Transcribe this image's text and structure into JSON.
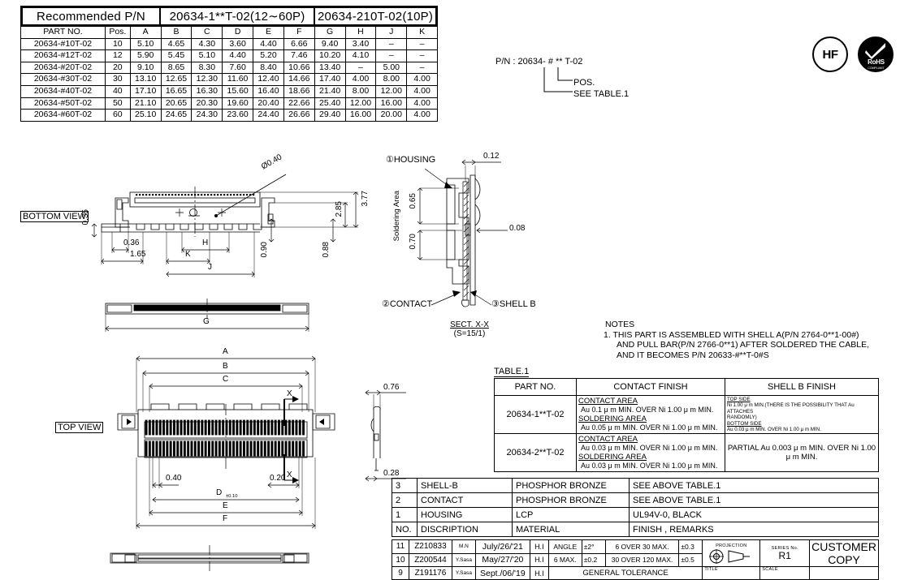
{
  "part_table": {
    "header": {
      "recommended_label": "Recommended P/N",
      "pn_range": "20634-1**T-02(12∼60P)",
      "pn_10p": "20634-210T-02(10P)"
    },
    "columns": [
      "PART NO.",
      "Pos.",
      "A",
      "B",
      "C",
      "D",
      "E",
      "F",
      "G",
      "H",
      "J",
      "K"
    ],
    "rows": [
      [
        "20634-#10T-02",
        "10",
        "5.10",
        "4.65",
        "4.30",
        "3.60",
        "4.40",
        "6.66",
        "9.40",
        "3.40",
        "–",
        "–"
      ],
      [
        "20634-#12T-02",
        "12",
        "5.90",
        "5.45",
        "5.10",
        "4.40",
        "5.20",
        "7.46",
        "10.20",
        "4.10",
        "–",
        "–"
      ],
      [
        "20634-#20T-02",
        "20",
        "9.10",
        "8.65",
        "8.30",
        "7.60",
        "8.40",
        "10.66",
        "13.40",
        "–",
        "5.00",
        "–"
      ],
      [
        "20634-#30T-02",
        "30",
        "13.10",
        "12.65",
        "12.30",
        "11.60",
        "12.40",
        "14.66",
        "17.40",
        "4.00",
        "8.00",
        "4.00"
      ],
      [
        "20634-#40T-02",
        "40",
        "17.10",
        "16.65",
        "16.30",
        "15.60",
        "16.40",
        "18.66",
        "21.40",
        "8.00",
        "12.00",
        "4.00"
      ],
      [
        "20634-#50T-02",
        "50",
        "21.10",
        "20.65",
        "20.30",
        "19.60",
        "20.40",
        "22.66",
        "25.40",
        "12.00",
        "16.00",
        "4.00"
      ],
      [
        "20634-#60T-02",
        "60",
        "25.10",
        "24.65",
        "24.30",
        "23.60",
        "24.40",
        "26.66",
        "29.40",
        "16.00",
        "20.00",
        "4.00"
      ]
    ]
  },
  "pn_callout": {
    "line": "P/N : 20634- # ** T-02",
    "pos_label": "POS.",
    "see_table_label": "SEE TABLE.1"
  },
  "marks": {
    "hf": "HF",
    "rohs": "RoHS",
    "rohs_sub": "COMPLIANT"
  },
  "views": {
    "bottom_view_label": "BOTTOM VIEW",
    "top_view_label": "TOP VIEW",
    "section_label": "SECT. X-X",
    "section_scale": "(S=15/1)"
  },
  "bottom_view_dims": {
    "d035": "0.35",
    "d036": "0.36",
    "d165": "1.65",
    "dH": "H",
    "dK": "K",
    "dJ": "J",
    "d090": "0.90",
    "d088": "0.88",
    "d285": "2.85",
    "d377": "3.77",
    "dia040": "Ø0.40"
  },
  "strip_view_dims": {
    "dG": "G"
  },
  "top_view_dims": {
    "dA": "A",
    "dB": "B",
    "dC": "C",
    "dD": "D",
    "dD_tol": "±0.10",
    "dE": "E",
    "dF": "F",
    "d040": "0.40",
    "d020": "0.20",
    "x_upper": "X",
    "x_lower": "X",
    "d076": "0.76",
    "d028": "0.28"
  },
  "section_view": {
    "housing_callout": "①HOUSING",
    "contact_callout": "②CONTACT",
    "shellb_callout": "③SHELL B",
    "soldering_area": "Soldering Area",
    "d012": "0.12",
    "d008": "0.08",
    "d065": "0.65",
    "d070": "0.70"
  },
  "notes": {
    "title": "NOTES",
    "line1": "1. THIS PART IS ASSEMBLED WITH SHELL A(P/N 2764-0**1-00#)",
    "line2": "AND PULL BAR(P/N 2766-0**1) AFTER SOLDERED THE CABLE,",
    "line3": "AND IT BECOMES P/N 20633-#**T-0#S"
  },
  "table1": {
    "label": "TABLE.1",
    "columns": [
      "PART NO.",
      "CONTACT FINISH",
      "SHELL B FINISH"
    ],
    "rows": [
      {
        "part_no": "20634-1**T-02",
        "contact_finish": {
          "area_label": "CONTACT AREA",
          "area_value": "Au 0.1 μ m MIN. OVER Ni 1.00 μ m MIN.",
          "solder_label": "SOLDERING AREA",
          "solder_value": "Au 0.05 μ m MIN. OVER Ni 1.00 μ m MIN."
        },
        "shell_b_finish": {
          "top_label": "TOP SIDE",
          "top_value": "Ni 1.00 μ m MIN.(THERE IS THE POSSIBILITY THAT Au ATTACHES",
          "top_value2": "RANDOMLY)",
          "bottom_label": "BOTTOM SIDE",
          "bottom_value": "Au 0.03 μ m MIN. OVER Ni 1.00 μ m MIN."
        }
      },
      {
        "part_no": "20634-2**T-02",
        "contact_finish": {
          "area_label": "CONTACT AREA",
          "area_value": "Au 0.03 μ m MIN. OVER Ni 1.00 μ m MIN.",
          "solder_label": "SOLDERING AREA",
          "solder_value": "Au 0.03 μ m MIN. OVER Ni 1.00 μ m MIN."
        },
        "shell_b_simple": "PARTIAL Au 0.003 μ m MIN. OVER Ni 1.00 μ m MIN."
      }
    ]
  },
  "parts_table": {
    "rows": [
      {
        "no": "3",
        "description": "SHELL-B",
        "material": "PHOSPHOR BRONZE",
        "finish": "SEE ABOVE TABLE.1"
      },
      {
        "no": "2",
        "description": "CONTACT",
        "material": "PHOSPHOR BRONZE",
        "finish": "SEE ABOVE TABLE.1"
      },
      {
        "no": "1",
        "description": "HOUSING",
        "material": "LCP",
        "finish": "UL94V-0, BLACK"
      }
    ],
    "header": {
      "no": "NO.",
      "description": "DISCRIPTION",
      "material": "MATERIAL",
      "finish": "FINISH , REMARKS"
    }
  },
  "title_block": {
    "revisions": [
      {
        "rev": "11",
        "doc": "Z210833",
        "by": "M.N",
        "date": "July/26/'21",
        "chk": "H.I",
        "tol_a": "ANGLE",
        "tol_av": "±2°",
        "tol_b": "6 OVER 30 MAX.",
        "tol_bv": "±0.3"
      },
      {
        "rev": "10",
        "doc": "Z200544",
        "by": "Y.Sasa",
        "date": "May/27/'20",
        "chk": "H.I",
        "tol_a": "6 MAX.",
        "tol_av": "±0.2",
        "tol_b": "30 OVER 120 MAX.",
        "tol_bv": "±0.5"
      },
      {
        "rev": "9",
        "doc": "Z191176",
        "by": "Y.Sasa",
        "date": "Sept./06/'19",
        "chk": "H.I",
        "tol_a": "",
        "tol_av": "",
        "tol_b": "GENERAL TOLERANCE",
        "tol_bv": ""
      }
    ],
    "projection_label": "PROJECTION",
    "series_label": "SERIES No.",
    "series_value": "R1",
    "customer_copy": "CUSTOMER COPY",
    "title_label": "TITLE",
    "scale_label": "SCALE"
  }
}
